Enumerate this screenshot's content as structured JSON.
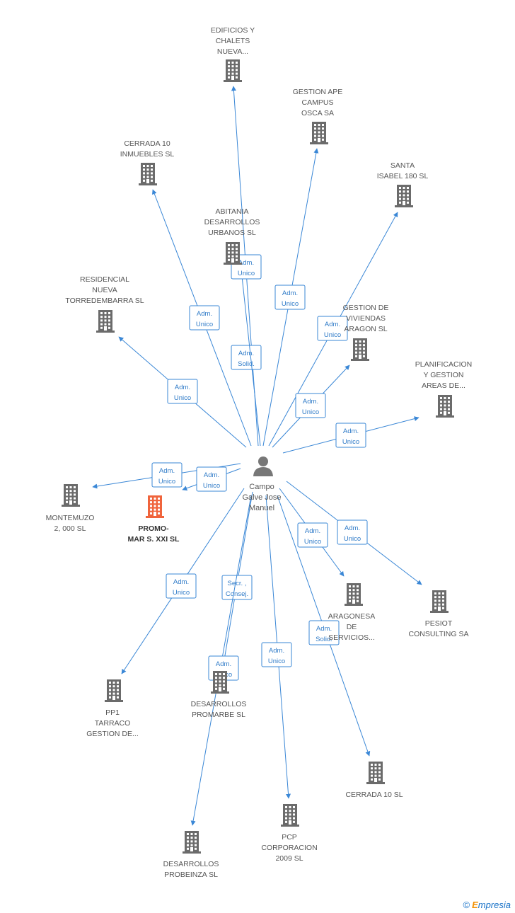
{
  "colors": {
    "accent": "#3a87d6",
    "building": "#6b6b6b",
    "focus_building": "#f0643c",
    "person": "#777777"
  },
  "center": {
    "lines": [
      "Campo",
      "Galve Jose",
      "Manuel"
    ],
    "icon": "person-icon"
  },
  "companies": [
    {
      "id": "edificios",
      "lines": [
        "EDIFICIOS Y",
        "CHALETS",
        "NUEVA..."
      ],
      "icon": "building-icon"
    },
    {
      "id": "gestion_ape",
      "lines": [
        "GESTION APE",
        "CAMPUS",
        "OSCA SA"
      ],
      "icon": "building-icon"
    },
    {
      "id": "cerrada10_inm",
      "lines": [
        "CERRADA 10",
        "INMUEBLES SL"
      ],
      "icon": "building-icon"
    },
    {
      "id": "santa_isabel",
      "lines": [
        "SANTA",
        "ISABEL 180 SL"
      ],
      "icon": "building-icon"
    },
    {
      "id": "abitania",
      "lines": [
        "ABITANIA",
        "DESARROLLOS",
        "URBANOS SL"
      ],
      "icon": "building-icon"
    },
    {
      "id": "residencial",
      "lines": [
        "RESIDENCIAL",
        "NUEVA",
        "TORREDEMBARRA SL"
      ],
      "icon": "building-icon"
    },
    {
      "id": "gestion_viv",
      "lines": [
        "GESTION DE",
        "VIVIENDAS",
        "ARAGON SL"
      ],
      "icon": "building-icon"
    },
    {
      "id": "planificacion",
      "lines": [
        "PLANIFICACION",
        "Y GESTION",
        "AREAS DE..."
      ],
      "icon": "building-icon"
    },
    {
      "id": "montemuzo",
      "lines": [
        "MONTEMUZO",
        "2, 000 SL"
      ],
      "icon": "building-icon"
    },
    {
      "id": "promomar",
      "lines": [
        "PROMO-",
        "MAR S.  XXI SL"
      ],
      "icon": "building-icon",
      "focus": true
    },
    {
      "id": "aragonesa",
      "lines": [
        "ARAGONESA",
        "DE",
        "SERVICIOS..."
      ],
      "icon": "building-icon"
    },
    {
      "id": "pesiot",
      "lines": [
        "PESIOT",
        "CONSULTING SA"
      ],
      "icon": "building-icon"
    },
    {
      "id": "pp1",
      "lines": [
        "PP1",
        "TARRACO",
        "GESTION DE..."
      ],
      "icon": "building-icon"
    },
    {
      "id": "promarbe",
      "lines": [
        "DESARROLLOS",
        "PROMARBE SL"
      ],
      "icon": "building-icon"
    },
    {
      "id": "cerrada10",
      "lines": [
        "CERRADA 10 SL"
      ],
      "icon": "building-icon"
    },
    {
      "id": "pcp",
      "lines": [
        "PCP",
        "CORPORACION",
        "2009 SL"
      ],
      "icon": "building-icon"
    },
    {
      "id": "probeinza",
      "lines": [
        "DESARROLLOS",
        "PROBEINZA SL"
      ],
      "icon": "building-icon"
    }
  ],
  "relations": [
    {
      "target": "edificios",
      "lines": [
        "Adm.",
        "Solid."
      ]
    },
    {
      "target": "gestion_ape",
      "lines": [
        "Adm.",
        "Unico"
      ]
    },
    {
      "target": "cerrada10_inm",
      "lines": [
        "Adm.",
        "Unico"
      ]
    },
    {
      "target": "santa_isabel",
      "lines": [
        "Adm.",
        "Unico"
      ]
    },
    {
      "target": "abitania",
      "lines": [
        "Adm.",
        "Unico"
      ]
    },
    {
      "target": "residencial",
      "lines": [
        "Adm.",
        "Unico"
      ]
    },
    {
      "target": "gestion_viv",
      "lines": [
        "Adm.",
        "Unico"
      ]
    },
    {
      "target": "planificacion",
      "lines": [
        "Adm.",
        "Unico"
      ]
    },
    {
      "target": "montemuzo",
      "lines": [
        "Adm.",
        "Unico"
      ]
    },
    {
      "target": "promomar",
      "lines": [
        "Adm.",
        "Unico"
      ]
    },
    {
      "target": "aragonesa",
      "lines": [
        "Adm.",
        "Unico"
      ]
    },
    {
      "target": "pesiot",
      "lines": [
        "Adm.",
        "Unico"
      ]
    },
    {
      "target": "pp1",
      "lines": [
        "Adm.",
        "Unico"
      ]
    },
    {
      "target": "promarbe",
      "lines": [
        "Secr. ,",
        "Consej."
      ]
    },
    {
      "target": "cerrada10",
      "lines": [
        "Adm.",
        "Solid."
      ]
    },
    {
      "target": "pcp",
      "lines": [
        "Adm.",
        "Unico"
      ]
    },
    {
      "target": "probeinza",
      "lines": [
        "Adm.",
        "Unico"
      ]
    }
  ],
  "footer": {
    "copyright": "©",
    "brand_first": "E",
    "brand_rest": "mpresia"
  }
}
